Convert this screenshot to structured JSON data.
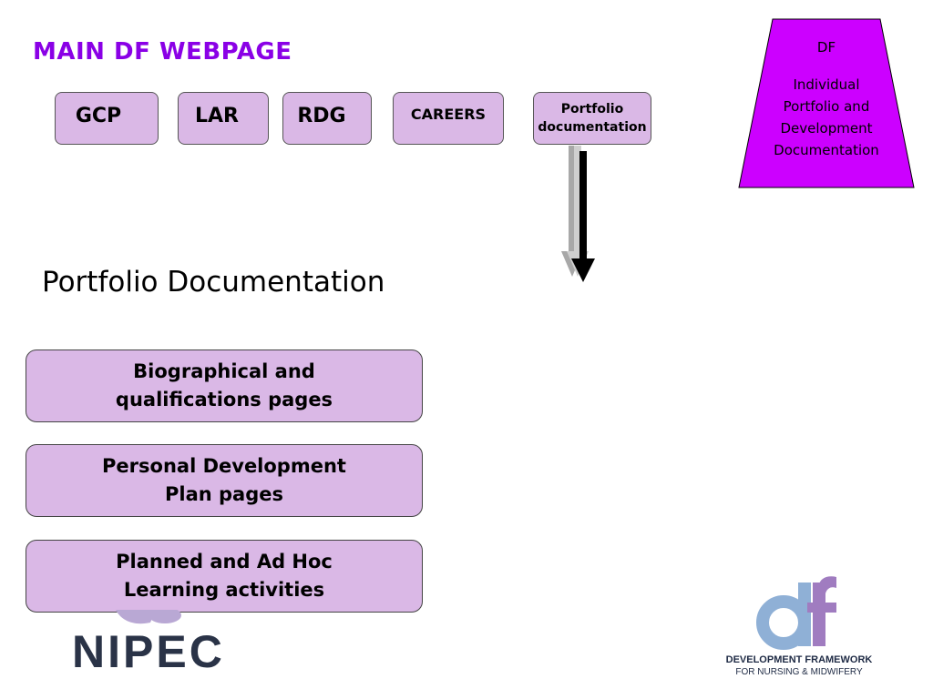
{
  "header": {
    "title": "MAIN DF WEBPAGE"
  },
  "nav": {
    "gcp": "GCP",
    "lar": "LAR",
    "rdg": "RDG",
    "careers": "CAREERS",
    "portfolio_line1": "Portfolio",
    "portfolio_line2": "documentation"
  },
  "df_panel": {
    "heading": "DF",
    "lines": [
      "Individual",
      "Portfolio and",
      "Development",
      "Documentation"
    ]
  },
  "section": {
    "title": "Portfolio Documentation"
  },
  "doc_items": [
    {
      "line1": "Biographical and",
      "line2": "qualifications pages"
    },
    {
      "line1": "Personal Development",
      "line2": "Plan pages"
    },
    {
      "line1": "Planned and Ad Hoc",
      "line2": "Learning activities"
    }
  ],
  "logos": {
    "nipec": "NIPEC",
    "df_line1": "DEVELOPMENT FRAMEWORK",
    "df_line2": "FOR NURSING & MIDWIFERY"
  },
  "colors": {
    "title_purple": "#8a00e6",
    "box_lilac": "#dab8e6",
    "panel_magenta": "#cc00ff",
    "logo_blue": "#8fb0d6",
    "logo_purple": "#a07cc0",
    "logo_navy": "#2a3347"
  },
  "icons": {
    "arrow": "down-arrow-icon"
  }
}
